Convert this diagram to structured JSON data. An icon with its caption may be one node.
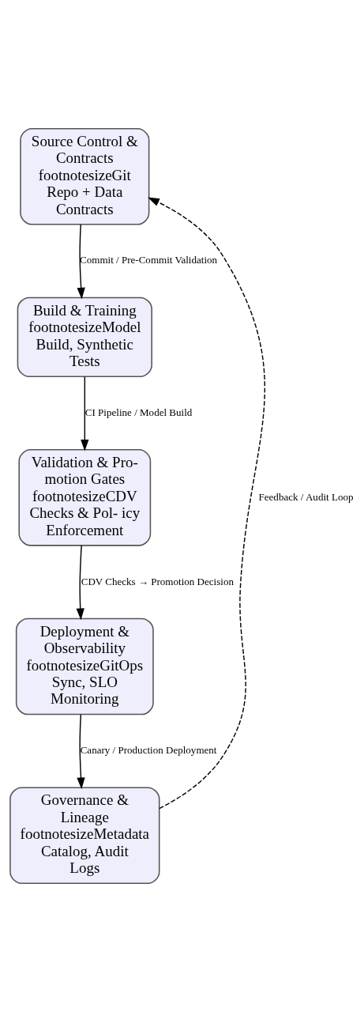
{
  "diagram": {
    "nodes": [
      {
        "text": [
          "Source Control & Contracts",
          "footnotesizeGit Repo + Data Contracts"
        ]
      },
      {
        "text": [
          "Build & Training",
          "footnotesizeModel Build, Synthetic Tests"
        ]
      },
      {
        "text": [
          "Validation & Pro- motion Gates",
          "footnotesizeCDV Checks & Pol- icy Enforcement"
        ]
      },
      {
        "text": [
          "Deployment & Observability",
          "footnotesizeGitOps Sync, SLO Monitoring"
        ]
      },
      {
        "text": [
          "Governance & Lineage",
          "footnotesizeMetadata Catalog, Audit Logs"
        ]
      }
    ],
    "edges": [
      {
        "from": 0,
        "to": 1,
        "arrow": "to",
        "label": "Commit / Pre-Commit Validation"
      },
      {
        "from": 1,
        "to": 2,
        "arrow": "to",
        "label": "CI Pipeline / Model Build"
      },
      {
        "from": 2,
        "to": 3,
        "arrow": "to",
        "label": "CDV Checks → Promotion Decision"
      },
      {
        "from": 3,
        "to": 4,
        "arrow": "to",
        "label": "Canary / Production Deployment"
      },
      {
        "from": 4,
        "to": 0,
        "arrow": "to",
        "label": "Feedback / Audit Loop",
        "style": "dashed"
      }
    ]
  }
}
